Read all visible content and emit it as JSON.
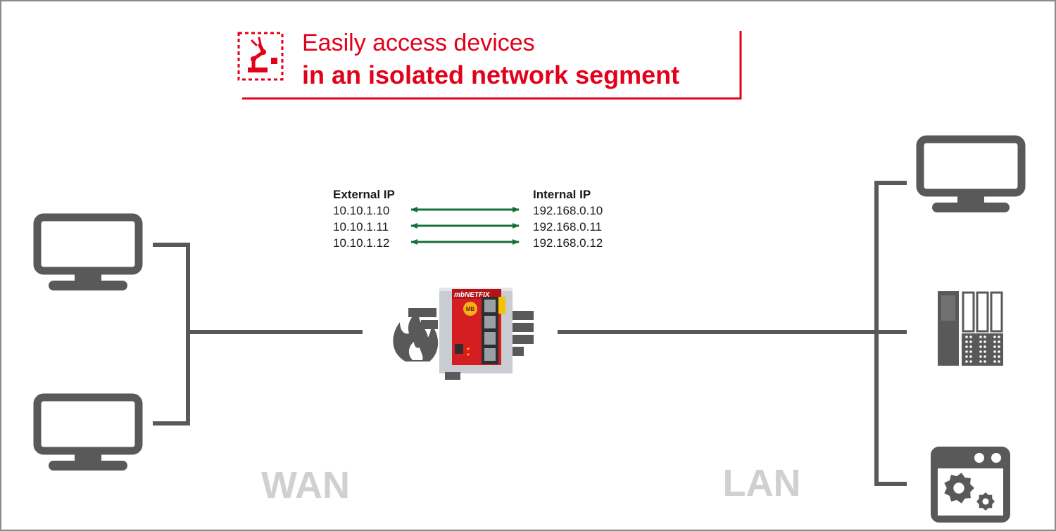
{
  "title": {
    "line1": "Easily access devices",
    "line2": "in an isolated network segment"
  },
  "ip_mapping": {
    "external_header": "External IP",
    "internal_header": "Internal IP",
    "rows": [
      {
        "external": "10.10.1.10",
        "internal": "192.168.0.10"
      },
      {
        "external": "10.10.1.11",
        "internal": "192.168.0.11"
      },
      {
        "external": "10.10.1.12",
        "internal": "192.168.0.12"
      }
    ]
  },
  "zones": {
    "wan": "WAN",
    "lan": "LAN"
  },
  "device": {
    "brand": "mbNETFIX",
    "logo": "MB"
  },
  "colors": {
    "accent_red": "#e2001a",
    "line_gray": "#595959",
    "arrow_green": "#16703a",
    "zone_label": "#d0d0d0"
  },
  "icons": {
    "title": "robot-arm-icon",
    "wan_hosts": [
      "monitor-icon",
      "monitor-icon"
    ],
    "lan_devices": [
      "monitor-icon",
      "plc-rack-icon",
      "settings-window-icon"
    ],
    "center": [
      "firewall-icon",
      "router-device"
    ]
  }
}
